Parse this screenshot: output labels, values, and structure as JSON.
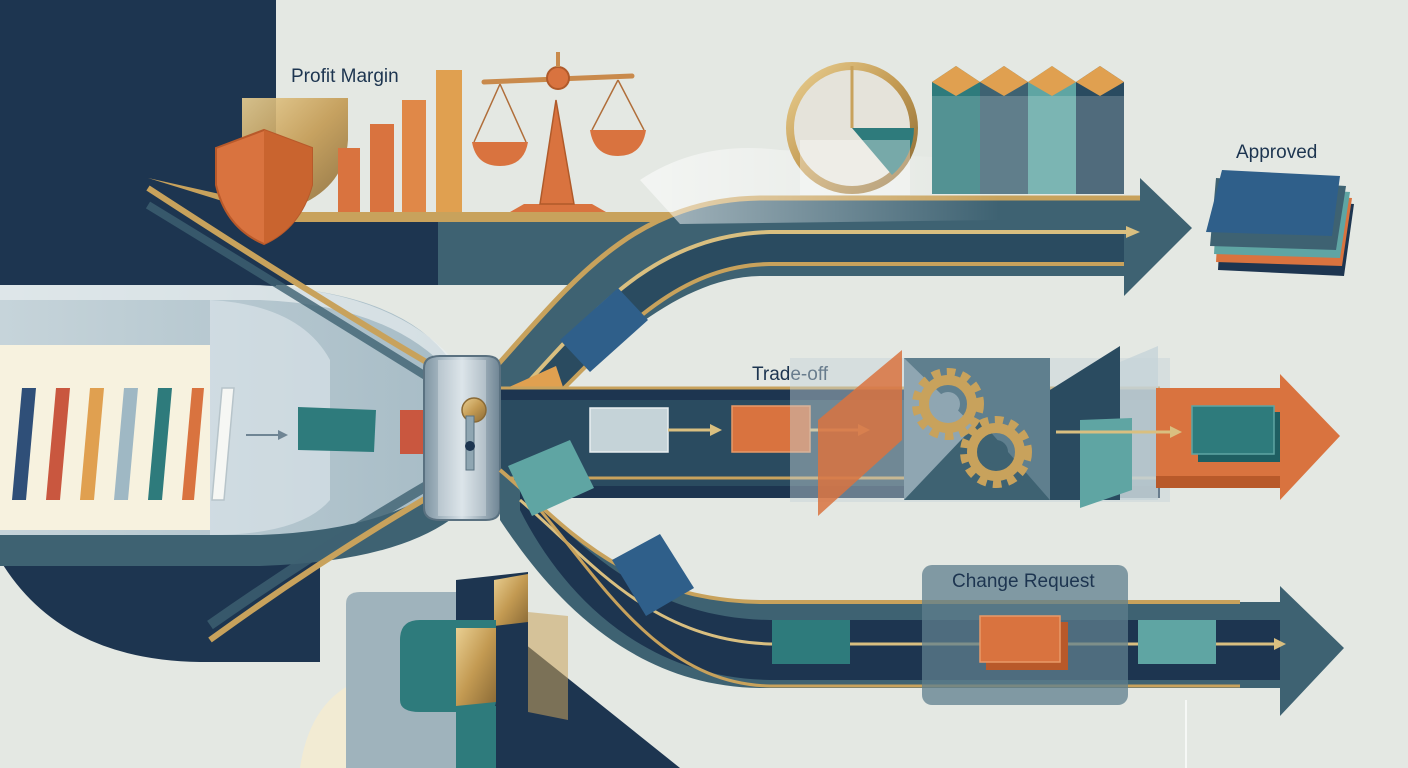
{
  "labels": {
    "profit_margin": "Profit Margin",
    "approved": "Approved",
    "trade_off": "Trade-off",
    "change_request": "Change Request"
  },
  "colors": {
    "background": "#e4e8e3",
    "navy": "#1d3550",
    "slate": "#3e6272",
    "teal": "#2e7b7c",
    "aqua": "#5fa5a3",
    "blue": "#2f5f8a",
    "orange": "#d9733f",
    "amber": "#e0a050",
    "rust": "#c9573f",
    "gold": "#c8a25c",
    "cream": "#f7f2df",
    "light_blue_grey": "#c5d3d8"
  },
  "icons": {
    "shield": "shield-icon",
    "scale": "balance-scale-icon",
    "pie": "pie-chart-icon",
    "gears": "gears-icon",
    "lock": "lock-clamp-icon"
  }
}
